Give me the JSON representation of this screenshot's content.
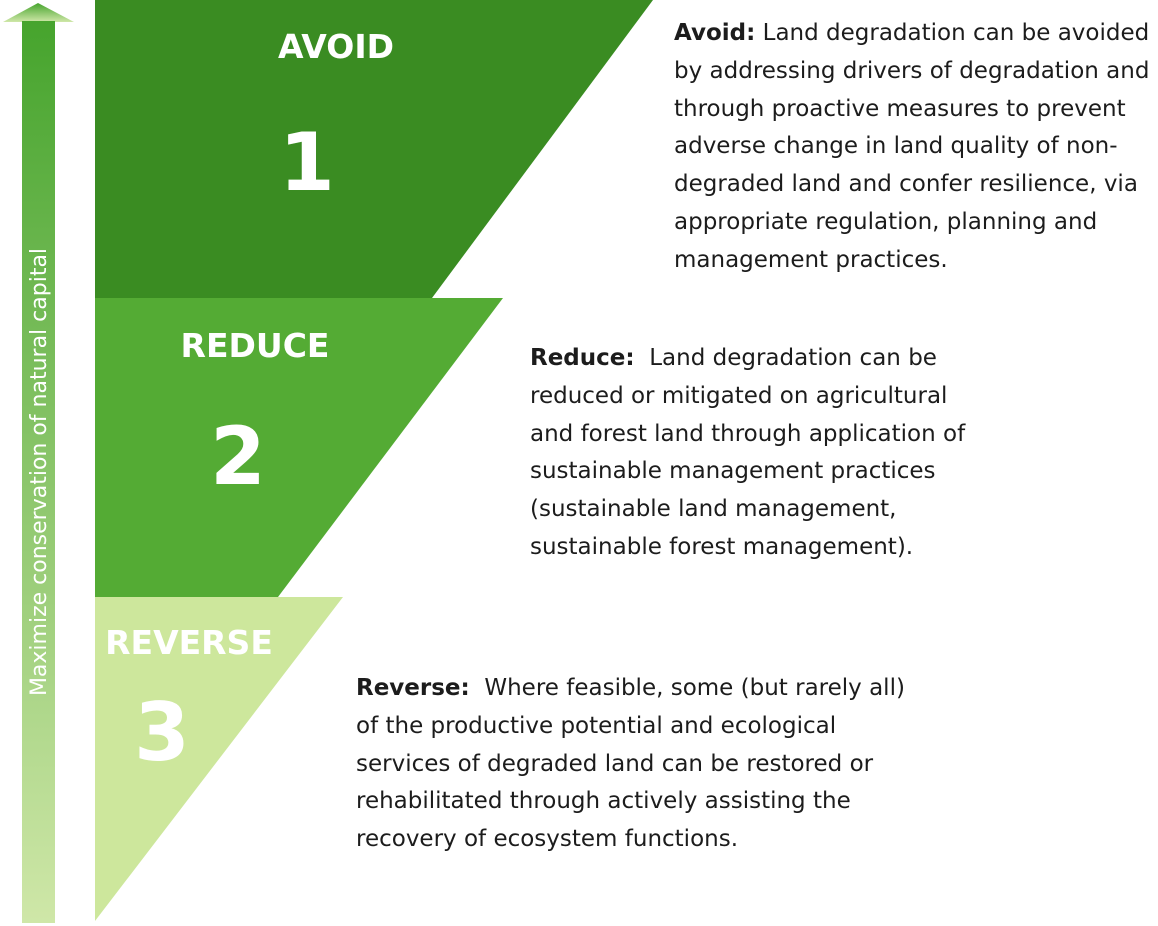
{
  "colors": {
    "avoid": "#3a8c22",
    "reduce": "#54ab34",
    "reverse": "#cde79c",
    "arrow_top": "#46a42d",
    "arrow_bottom": "#cfe7a8"
  },
  "arrow": {
    "label": "Maximize conservation of natural capital"
  },
  "tiers": [
    {
      "title": "AVOID",
      "number": "1",
      "desc_heading": "Avoid:",
      "desc_lines": [
        "Land degradation can be avoided",
        "by addressing drivers of degradation and",
        "through proactive measures to prevent",
        "adverse change in land quality of non-",
        "degraded land and confer resilience, via",
        "appropriate regulation, planning and",
        "management practices."
      ]
    },
    {
      "title": "REDUCE",
      "number": "2",
      "desc_heading": "Reduce:",
      "desc_lines": [
        "Land degradation can be",
        "reduced or mitigated on agricultural",
        "and forest land through application of",
        "sustainable management practices",
        "(sustainable land management,",
        "sustainable forest management)."
      ]
    },
    {
      "title": "REVERSE",
      "number": "3",
      "desc_heading": "Reverse:",
      "desc_lines": [
        "Where feasible, some (but rarely all)",
        "of the productive potential and ecological",
        "services of degraded land can be restored or",
        "rehabilitated through actively assisting the",
        "recovery of ecosystem functions."
      ]
    }
  ]
}
